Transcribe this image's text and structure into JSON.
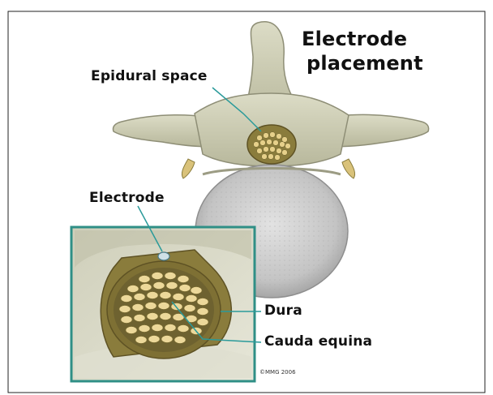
{
  "title": {
    "line1": "Electrode",
    "line2": "placement"
  },
  "labels": {
    "epidural_space": "Epidural space",
    "electrode": "Electrode",
    "dura": "Dura",
    "cauda_equina": "Cauda equina"
  },
  "copyright": "©MMG 2006",
  "colors": {
    "bone": "#d2d2b8",
    "bone_shadow": "#a8a88c",
    "disc": "#c2c2c2",
    "nerve": "#d9c27a",
    "dura": "#8a7c3c",
    "inset_border": "#2f8f86",
    "leader": "#2a9a9a"
  }
}
